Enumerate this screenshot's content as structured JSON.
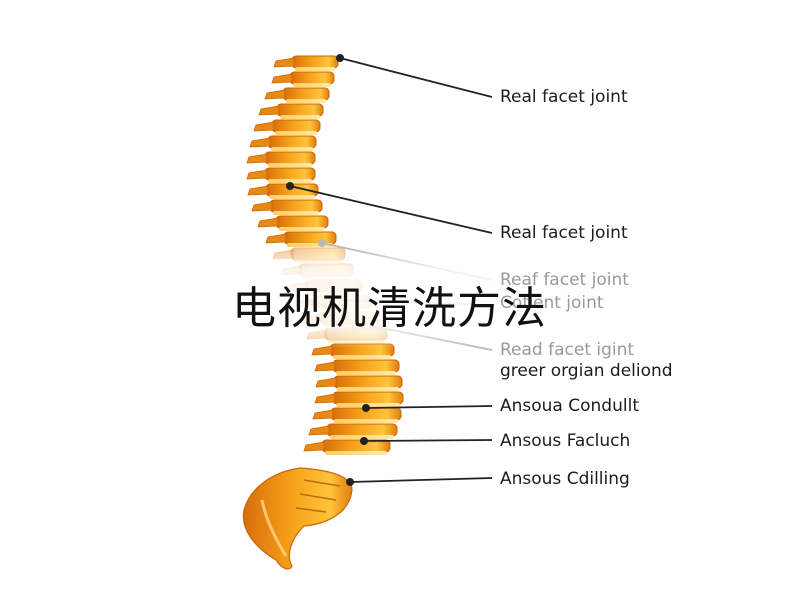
{
  "overlay_text": "电视机清洗方法",
  "labels": [
    {
      "text": "Real facet joint",
      "faded": false
    },
    {
      "text": "Real facet joint",
      "faded": false
    },
    {
      "text": "Reaf facet joint",
      "faded": true
    },
    {
      "text": "Coflent joint",
      "faded": true
    },
    {
      "text": "Read facet igint",
      "faded": true
    },
    {
      "text": "greer orgian deliond",
      "faded": false
    },
    {
      "text": "Ansoua Condullt",
      "faded": false
    },
    {
      "text": "Ansous Facluch",
      "faded": false
    },
    {
      "text": "Ansous Cdilling",
      "faded": false
    }
  ],
  "colors": {
    "vertebra_fill": "#f7a21a",
    "vertebra_light": "#ffd460",
    "vertebra_dark": "#d86d0a",
    "leader_line": "#222222",
    "faded_text": "#9a9a9a"
  }
}
